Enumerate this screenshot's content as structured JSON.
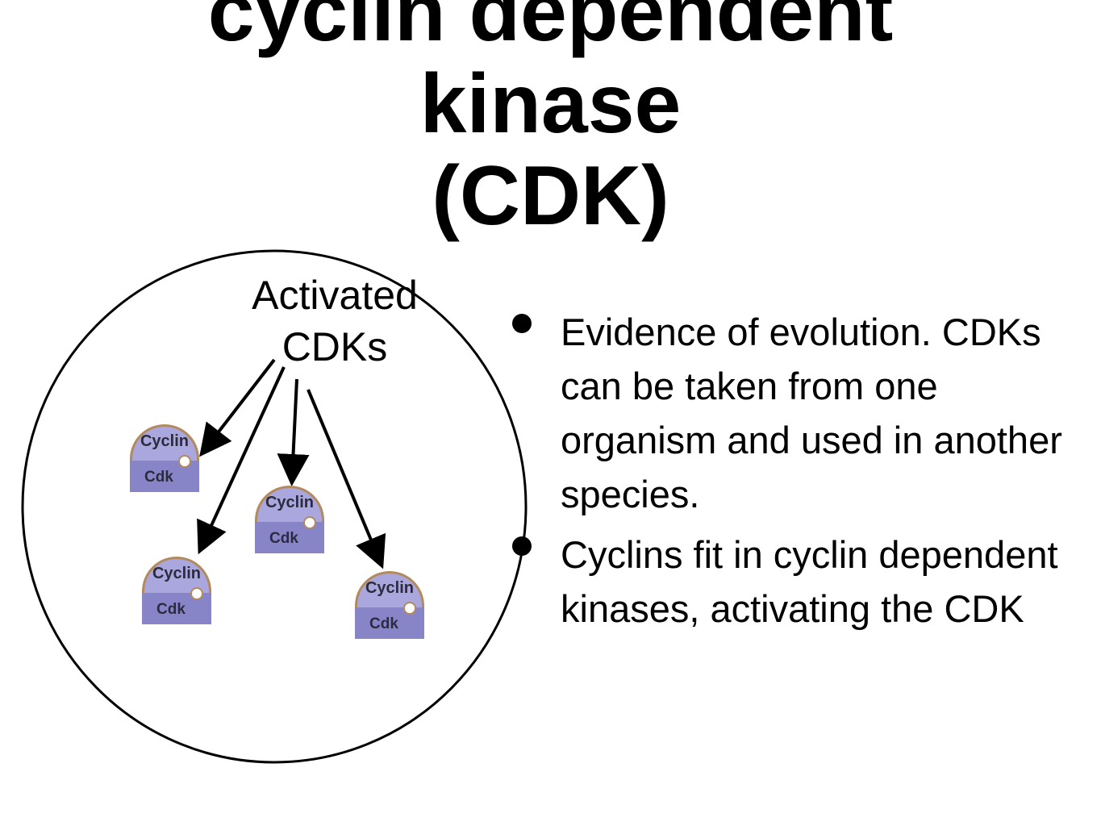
{
  "title": {
    "line1": "cyclin dependent",
    "line2": "kinase",
    "line3": "(CDK)"
  },
  "callout": {
    "line1": "Activated",
    "line2": "CDKs"
  },
  "bullets": [
    {
      "text": "Evidence of evolution. CDKs can be taken from one organism and used in another species."
    },
    {
      "text": "Cyclins fit in cyclin dependent kinases, activating the CDK"
    }
  ],
  "complexes": [
    {
      "top_label": "Cyclin",
      "bottom_label": "Cdk"
    },
    {
      "top_label": "Cyclin",
      "bottom_label": "Cdk"
    },
    {
      "top_label": "Cyclin",
      "bottom_label": "Cdk"
    },
    {
      "top_label": "Cyclin",
      "bottom_label": "Cdk"
    }
  ],
  "colors": {
    "cyclin_fill": "#a9a7dd",
    "cdk_fill": "#8785c8",
    "outline": "#b38a5e",
    "text": "#000000"
  }
}
